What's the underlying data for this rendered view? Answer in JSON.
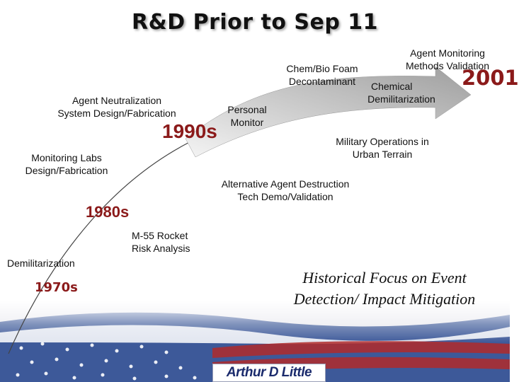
{
  "title": "R&D Prior to Sep 11",
  "eras": {
    "e1970": "1970s",
    "e1980": "1980s",
    "e1990": "1990s",
    "e2001": "2001"
  },
  "milestones": {
    "demilitarization": "Demilitarization",
    "m55_l1": "M-55 Rocket",
    "m55_l2": "Risk Analysis",
    "labs_l1": "Monitoring Labs",
    "labs_l2": "Design/Fabrication",
    "neut_l1": "Agent Neutralization",
    "neut_l2": "System Design/Fabrication",
    "alt_l1": "Alternative Agent Destruction",
    "alt_l2": "Tech Demo/Validation",
    "pers_l1": "Personal",
    "pers_l2": "Monitor",
    "foam_l1": "Chem/Bio Foam",
    "foam_l2": "Decontaminant",
    "mout_l1": "Military Operations in",
    "mout_l2": "Urban Terrain",
    "chem_l1": "Chemical",
    "chem_l2": "Demilitarization",
    "amv_l1": "Agent Monitoring",
    "amv_l2": "Methods Validation"
  },
  "focus": {
    "line1": "Historical Focus on Event",
    "line2": "Detection/ Impact Mitigation"
  },
  "logo": "Arthur D Little",
  "colors": {
    "era": "#8b1a1a",
    "arrow": "#b8b8b8",
    "flag_blue": "#1f3f8a",
    "flag_red": "#b02a2a"
  }
}
